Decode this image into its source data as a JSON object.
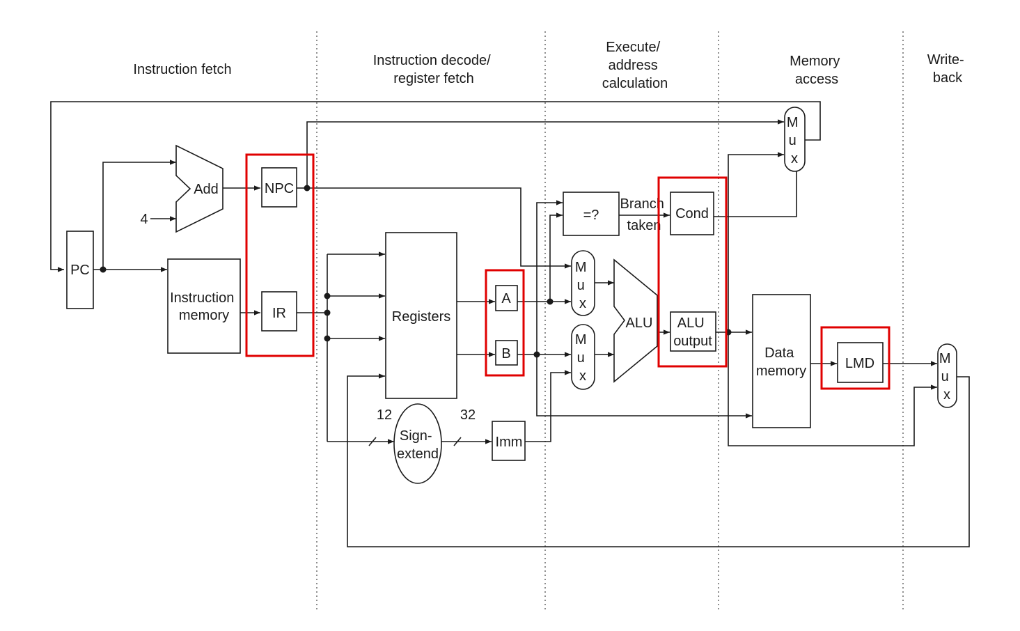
{
  "stages": {
    "fetch": [
      "Instruction fetch"
    ],
    "decode": [
      "Instruction decode/",
      "register fetch"
    ],
    "execute": [
      "Execute/",
      "address",
      "calculation"
    ],
    "memory": [
      "Memory",
      "access"
    ],
    "writeback": [
      "Write-",
      "back"
    ]
  },
  "blocks": {
    "pc": "PC",
    "add": "Add",
    "four": "4",
    "npc": "NPC",
    "instr_mem": [
      "Instruction",
      "memory"
    ],
    "ir": "IR",
    "registers": "Registers",
    "a": "A",
    "b": "B",
    "sign_extend": [
      "Sign-",
      "extend"
    ],
    "imm": "Imm",
    "bits_in": "12",
    "bits_out": "32",
    "compare": "=?",
    "branch_taken": [
      "Branch",
      "taken"
    ],
    "cond": "Cond",
    "alu": "ALU",
    "alu_output": [
      "ALU",
      "output"
    ],
    "data_mem": [
      "Data",
      "memory"
    ],
    "lmd": "LMD",
    "mux_letters": [
      "M",
      "u",
      "x"
    ]
  },
  "colors": {
    "highlight": "#e00000",
    "line": "#1a1a1a"
  }
}
